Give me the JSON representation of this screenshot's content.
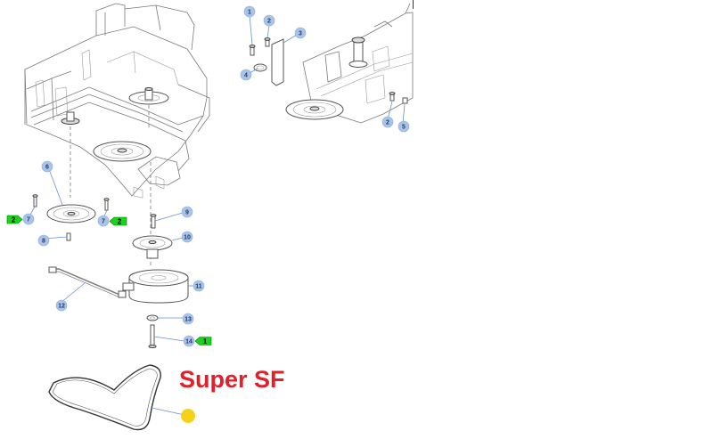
{
  "diagram": {
    "model_label": "Super SF",
    "label_color": "#e0202a",
    "marker_color": "#f5d21a",
    "callout_color": "#a9c4e8",
    "qty_flag_color": "#1bd31b",
    "callouts": {
      "c1": "1",
      "c2a": "2",
      "c2b": "2",
      "c3": "3",
      "c4": "4",
      "c5": "5",
      "c6": "6",
      "c7a": "7",
      "c7b": "7",
      "c8": "8",
      "c9": "9",
      "c10": "10",
      "c11": "11",
      "c12": "12",
      "c13": "13",
      "c14": "14"
    },
    "qty_flags": {
      "q7a": "2",
      "q7b": "2",
      "q14": "1"
    }
  }
}
